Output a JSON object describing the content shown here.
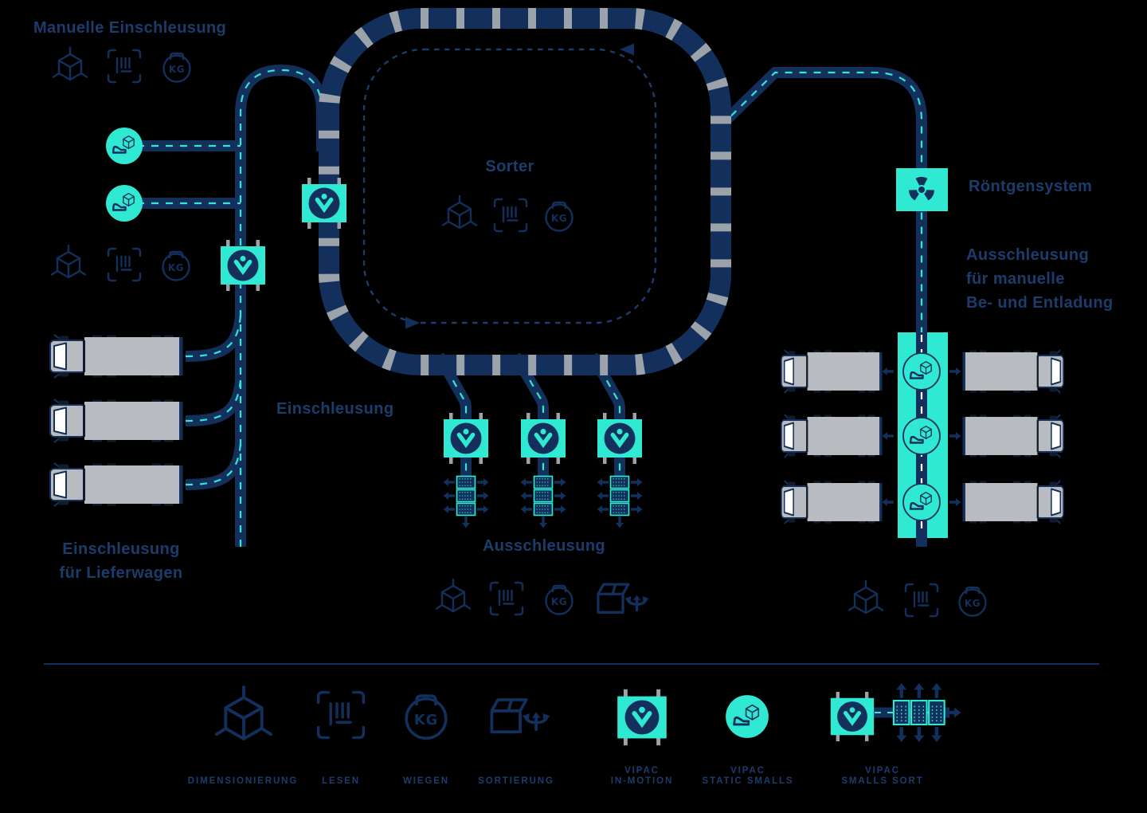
{
  "colors": {
    "bg": "#000000",
    "navy": "#13305c",
    "teal": "#2fe9d3",
    "gray": "#9ca2a9",
    "truck_gray": "#b8bbbf",
    "text": "#1c3c6c",
    "white": "#ffffff",
    "dash_navy": "#1c3c6c"
  },
  "labels": {
    "manual_infeed": "Manuelle Einschleusung",
    "sorter": "Sorter",
    "xray": "Röntgensystem",
    "manual_unload_line1": "Ausschleusung",
    "manual_unload_line2": "für manuelle",
    "manual_unload_line3": "Be- und Entladung",
    "infeed": "Einschleusung",
    "van_infeed_line1": "Einschleusung",
    "van_infeed_line2": "für Lieferwagen",
    "discharge": "Ausschleusung"
  },
  "icons": {
    "kg_label": "KG",
    "names": [
      "cube-icon (Dimensionierung)",
      "barcode-scan-icon (Lesen)",
      "kg-weight-icon (Wiegen)",
      "sort-box-icon (Sortierung)",
      "vipac-in-motion-icon",
      "vipac-static-smalls-icon",
      "vipac-smalls-sort-icon",
      "radiation-icon",
      "truck-icon"
    ]
  },
  "legend": {
    "items": [
      {
        "id": "dimensioning",
        "icon": "cube-icon",
        "label_lines": [
          "DIMENSIONIERUNG"
        ]
      },
      {
        "id": "reading",
        "icon": "barcode-scan-icon",
        "label_lines": [
          "LESEN"
        ]
      },
      {
        "id": "weighing",
        "icon": "kg-weight-icon",
        "label_lines": [
          "WIEGEN"
        ]
      },
      {
        "id": "sorting",
        "icon": "sort-box-icon",
        "label_lines": [
          "SORTIERUNG"
        ]
      },
      {
        "id": "vipac-in-motion",
        "icon": "vipac-in-motion-icon",
        "label_lines": [
          "VIPAC",
          "IN-MOTION"
        ]
      },
      {
        "id": "vipac-static-smalls",
        "icon": "vipac-static-smalls-icon",
        "label_lines": [
          "VIPAC",
          "STATIC SMALLS"
        ]
      },
      {
        "id": "vipac-smalls-sort",
        "icon": "vipac-smalls-sort-icon",
        "label_lines": [
          "VIPAC",
          "SMALLS SORT"
        ]
      }
    ]
  }
}
